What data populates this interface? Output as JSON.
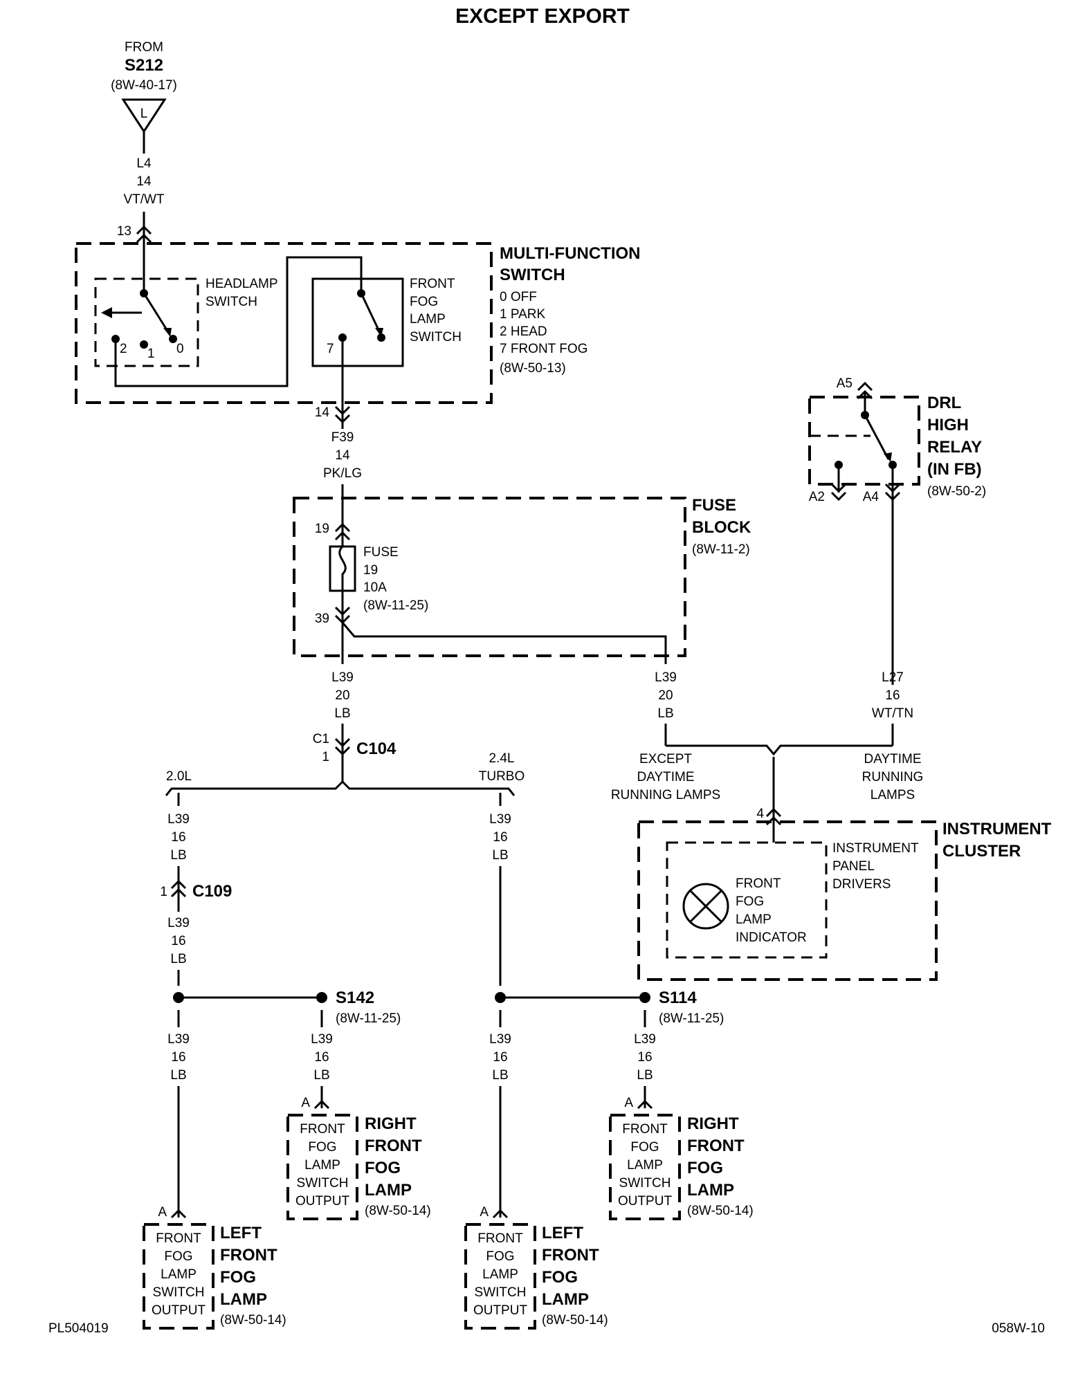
{
  "title": "EXCEPT EXPORT",
  "footer": {
    "left": "PL504019",
    "right": "058W-10"
  },
  "source": {
    "from": "FROM",
    "splice": "S212",
    "ref": "(8W-40-17)",
    "flag": "L"
  },
  "wire_top": {
    "circuit": "L4",
    "gauge": "14",
    "color": "VT/WT",
    "pin": "13"
  },
  "mfs": {
    "name1": "MULTI-FUNCTION",
    "name2": "SWITCH",
    "p0": "0 OFF",
    "p1": "1 PARK",
    "p2": "2 HEAD",
    "p7": "7 FRONT FOG",
    "ref": "(8W-50-13)",
    "headlamp1": "HEADLAMP",
    "headlamp2": "SWITCH",
    "n2": "2",
    "n1": "1",
    "n0": "0",
    "n7": "7",
    "fog1": "FRONT",
    "fog2": "FOG",
    "fog3": "LAMP",
    "fog4": "SWITCH",
    "pin_out": "14"
  },
  "wire_f39": {
    "circuit": "F39",
    "gauge": "14",
    "color": "PK/LG"
  },
  "fuse_block": {
    "name1": "FUSE",
    "name2": "BLOCK",
    "ref": "(8W-11-2)",
    "pin_in": "19",
    "pin_out": "39",
    "fuse1": "FUSE",
    "fuse2": "19",
    "fuse3": "10A",
    "fuse4": "(8W-11-25)"
  },
  "wire_l39_a": {
    "circuit": "L39",
    "gauge": "20",
    "color": "LB"
  },
  "wire_l39_b": {
    "circuit": "L39",
    "gauge": "20",
    "color": "LB"
  },
  "drl": {
    "name1": "DRL",
    "name2": "HIGH",
    "name3": "RELAY",
    "name4": "(IN FB)",
    "ref": "(8W-50-2)",
    "a5": "A5",
    "a2": "A2",
    "a4": "A4"
  },
  "wire_l27": {
    "circuit": "L27",
    "gauge": "16",
    "color": "WT/TN"
  },
  "c104": {
    "pin_c1": "C1",
    "pin_1": "1",
    "name": "C104"
  },
  "branch_20": "2.0L",
  "branch_24": {
    "l1": "2.4L",
    "l2": "TURBO"
  },
  "except_drl": {
    "l1": "EXCEPT",
    "l2": "DAYTIME",
    "l3": "RUNNING LAMPS"
  },
  "drl_opt": {
    "l1": "DAYTIME",
    "l2": "RUNNING",
    "l3": "LAMPS"
  },
  "cluster": {
    "pin": "4",
    "name1": "INSTRUMENT",
    "name2": "CLUSTER",
    "drv1": "INSTRUMENT",
    "drv2": "PANEL",
    "drv3": "DRIVERS",
    "ind1": "FRONT",
    "ind2": "FOG",
    "ind3": "LAMP",
    "ind4": "INDICATOR"
  },
  "w_l39_1": {
    "circuit": "L39",
    "gauge": "16",
    "color": "LB"
  },
  "c109": {
    "pin": "1",
    "name": "C109"
  },
  "w_l39_2": {
    "circuit": "L39",
    "gauge": "16",
    "color": "LB"
  },
  "w_l39_3": {
    "circuit": "L39",
    "gauge": "16",
    "color": "LB"
  },
  "w_l39_4": {
    "circuit": "L39",
    "gauge": "16",
    "color": "LB"
  },
  "w_l39_5": {
    "circuit": "L39",
    "gauge": "16",
    "color": "LB"
  },
  "w_l39_6": {
    "circuit": "L39",
    "gauge": "16",
    "color": "LB"
  },
  "w_l39_7": {
    "circuit": "L39",
    "gauge": "16",
    "color": "LB"
  },
  "s142": {
    "name": "S142",
    "ref": "(8W-11-25)"
  },
  "s114": {
    "name": "S114",
    "ref": "(8W-11-25)"
  },
  "lamp_left_1": {
    "pin": "A",
    "b1": "FRONT",
    "b2": "FOG",
    "b3": "LAMP",
    "b4": "SWITCH",
    "b5": "OUTPUT",
    "n1": "LEFT",
    "n2": "FRONT",
    "n3": "FOG",
    "n4": "LAMP",
    "ref": "(8W-50-14)"
  },
  "lamp_right_1": {
    "pin": "A",
    "b1": "FRONT",
    "b2": "FOG",
    "b3": "LAMP",
    "b4": "SWITCH",
    "b5": "OUTPUT",
    "n1": "RIGHT",
    "n2": "FRONT",
    "n3": "FOG",
    "n4": "LAMP",
    "ref": "(8W-50-14)"
  },
  "lamp_left_2": {
    "pin": "A",
    "b1": "FRONT",
    "b2": "FOG",
    "b3": "LAMP",
    "b4": "SWITCH",
    "b5": "OUTPUT",
    "n1": "LEFT",
    "n2": "FRONT",
    "n3": "FOG",
    "n4": "LAMP",
    "ref": "(8W-50-14)"
  },
  "lamp_right_2": {
    "pin": "A",
    "b1": "FRONT",
    "b2": "FOG",
    "b3": "LAMP",
    "b4": "SWITCH",
    "b5": "OUTPUT",
    "n1": "RIGHT",
    "n2": "FRONT",
    "n3": "FOG",
    "n4": "LAMP",
    "ref": "(8W-50-14)"
  }
}
